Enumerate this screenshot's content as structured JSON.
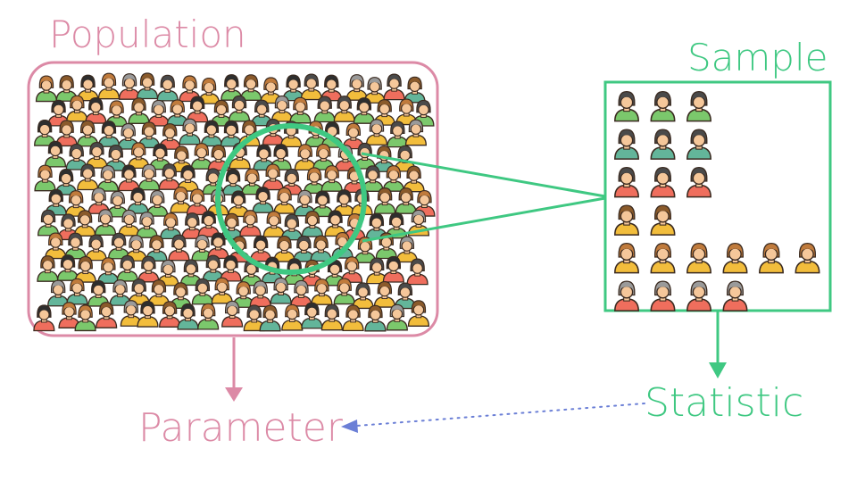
{
  "labels": {
    "population": "Population",
    "sample": "Sample",
    "parameter": "Parameter",
    "statistic": "Statistic"
  },
  "colors": {
    "population": "#dc8aa6",
    "sample": "#3fc882",
    "inference_arrow": "#6b7fd6",
    "skin": "#f5c79a",
    "outline": "#3a2a20"
  },
  "icons": {
    "person": "person-icon"
  },
  "palette": {
    "shirts": [
      "#7bc86c",
      "#f2bd3c",
      "#ef6e5d",
      "#63b59a"
    ],
    "hair": [
      "#4a4a4a",
      "#c07b3c",
      "#9a9a9a",
      "#2e2e2e",
      "#8a5a2b"
    ]
  },
  "sample_rows": [
    {
      "count": 3,
      "shirt": "#7bc86c",
      "hair": "#4a4a4a"
    },
    {
      "count": 3,
      "shirt": "#63b59a",
      "hair": "#4a4a4a"
    },
    {
      "count": 3,
      "shirt": "#ef6e5d",
      "hair": "#4a4a4a"
    },
    {
      "count": 2,
      "shirt": "#f2bd3c",
      "hair": "#8a5a2b"
    },
    {
      "count": 6,
      "shirt": "#f2bd3c",
      "hair": "#c07b3c"
    },
    {
      "count": 4,
      "shirt": "#ef6e5d",
      "hair": "#9a9a9a"
    }
  ]
}
